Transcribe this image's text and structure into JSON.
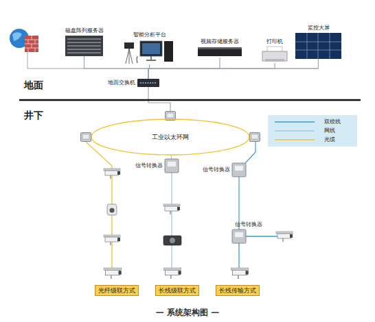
{
  "diagram": {
    "caption": "— 系统架构图 —",
    "nodes": [
      {
        "text": [
          "磁盘阵列服务器"
        ]
      },
      {
        "text": [
          "智能分析平台"
        ]
      },
      {
        "text": [
          "视频存储服务器"
        ]
      },
      {
        "text": [
          "打印机"
        ]
      },
      {
        "text": [
          "监控大屏"
        ]
      },
      {
        "text": [
          "地面交换机"
        ]
      },
      {
        "text": [
          "工业以太环网"
        ]
      },
      {
        "text": [
          "信号转换器"
        ]
      },
      {
        "text": [
          "信号转换器"
        ]
      },
      {
        "text": [
          "信号转换器"
        ]
      },
      {
        "text": [
          "光纤级联方式"
        ]
      },
      {
        "text": [
          "长线级联方式"
        ]
      },
      {
        "text": [
          "长线传输方式"
        ]
      }
    ],
    "edges": [
      {
        "from": 0,
        "to": 5,
        "arrow": "none"
      },
      {
        "from": 1,
        "to": 5,
        "arrow": "none"
      },
      {
        "from": 2,
        "to": 5,
        "arrow": "none"
      },
      {
        "from": 3,
        "to": 5,
        "arrow": "none"
      },
      {
        "from": 4,
        "to": 5,
        "arrow": "none"
      },
      {
        "from": 5,
        "to": 6,
        "arrow": "none"
      },
      {
        "from": 6,
        "to": 7,
        "arrow": "none"
      },
      {
        "from": 6,
        "to": 8,
        "arrow": "none"
      },
      {
        "from": 8,
        "to": 9,
        "arrow": "none"
      }
    ],
    "labels": [
      "地面",
      "井下"
    ],
    "legend": [
      {
        "text": "双绞线"
      },
      {
        "text": "网线"
      },
      {
        "text": "光缆"
      }
    ]
  }
}
